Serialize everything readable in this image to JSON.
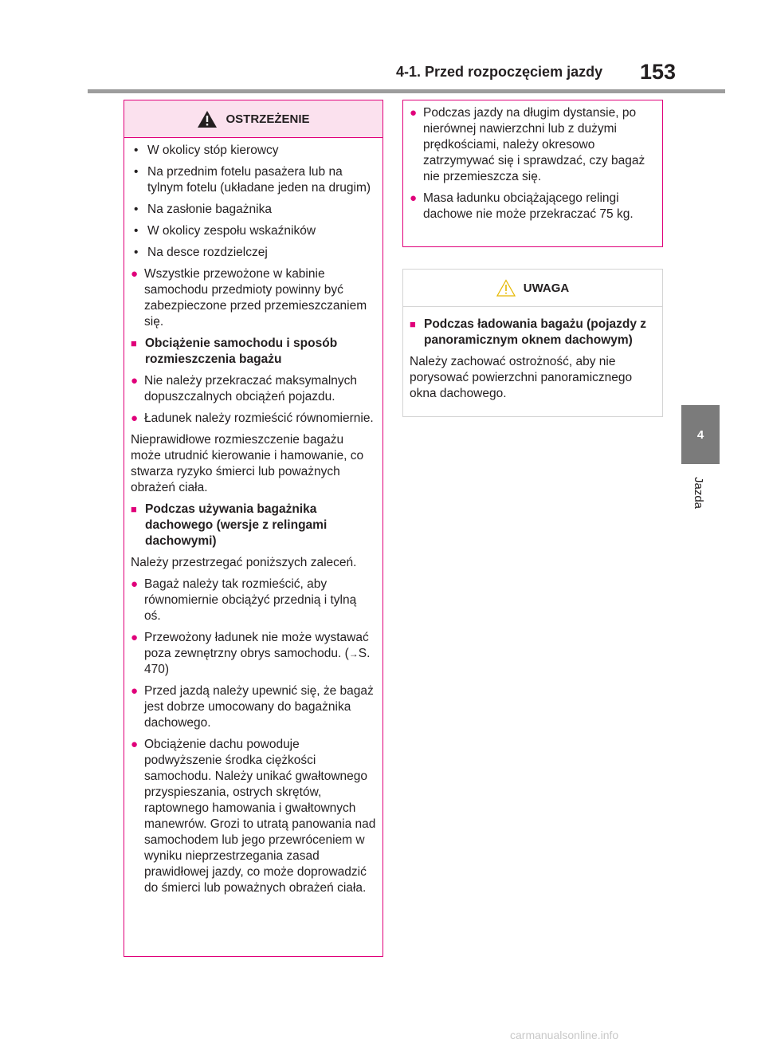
{
  "header": {
    "title": "4-1. Przed rozpoczęciem jazdy",
    "page_number": "153"
  },
  "side_tab": {
    "number": "4",
    "label": "Jazda"
  },
  "warning_box": {
    "heading": "OSTRZEŻENIE",
    "items": [
      {
        "type": "bullet",
        "marker": "•",
        "text": "W okolicy stóp kierowcy"
      },
      {
        "type": "bullet",
        "marker": "•",
        "text": "Na przednim fotelu pasażera lub na tylnym fotelu (układane jeden na drugim)"
      },
      {
        "type": "bullet",
        "marker": "•",
        "text": "Na zasłonie bagażnika"
      },
      {
        "type": "bullet",
        "marker": "•",
        "text": "W okolicy zespołu wskaźników"
      },
      {
        "type": "bullet",
        "marker": "•",
        "text": "Na desce rozdzielczej"
      },
      {
        "type": "dot",
        "marker": "●",
        "text": "Wszystkie przewożone w kabinie samochodu przedmioty powinny być zabezpieczone przed przemieszczaniem się."
      },
      {
        "type": "section",
        "marker": "■",
        "text": "Obciążenie samochodu i sposób rozmieszczenia bagażu"
      },
      {
        "type": "dot",
        "marker": "●",
        "text": "Nie należy przekraczać maksymalnych dopuszczalnych obciążeń pojazdu."
      },
      {
        "type": "dot",
        "marker": "●",
        "text": "Ładunek należy rozmieścić równomiernie."
      },
      {
        "type": "para",
        "text": "Nieprawidłowe rozmieszczenie bagażu może utrudnić kierowanie i hamowanie, co stwarza ryzyko śmierci lub poważnych obrażeń ciała."
      },
      {
        "type": "section",
        "marker": "■",
        "text": "Podczas używania bagażnika dachowego (wersje z relingami dachowymi)"
      },
      {
        "type": "para",
        "text": "Należy przestrzegać poniższych zaleceń."
      },
      {
        "type": "dot",
        "marker": "●",
        "text": "Bagaż należy tak rozmieścić, aby równomiernie obciążyć przednią i tylną oś."
      },
      {
        "type": "dot_ref",
        "marker": "●",
        "text_before": "Przewożony ładunek nie może wystawać poza zewnętrzny obrys samochodu. (",
        "arrow": "→",
        "text_after": "S. 470)"
      },
      {
        "type": "dot",
        "marker": "●",
        "text": "Przed jazdą należy upewnić się, że bagaż jest dobrze umocowany do bagażnika dachowego."
      },
      {
        "type": "dot",
        "marker": "●",
        "text": "Obciążenie dachu powoduje podwyższenie środka ciężkości samochodu. Należy unikać gwałtownego przyspieszania, ostrych skrętów, raptownego hamowania i gwałtownych manewrów. Grozi to utratą panowania nad samochodem lub jego przewróceniem w wyniku nieprzestrzegania zasad prawidłowej jazdy, co może doprowadzić do śmierci lub poważnych obrażeń ciała."
      }
    ]
  },
  "warning_cont": {
    "items": [
      {
        "marker": "●",
        "text": "Podczas jazdy na długim dystansie, po nierównej nawierzchni lub z dużymi prędkościami, należy okresowo zatrzymywać się i sprawdzać, czy bagaż nie przemieszcza się."
      },
      {
        "marker": "●",
        "text": "Masa ładunku obciążającego relingi dachowe nie może przekraczać 75 kg."
      }
    ]
  },
  "notice_box": {
    "heading": "UWAGA",
    "section_marker": "■",
    "section": "Podczas ładowania bagażu (pojazdy z panoramicznym oknem dachowym)",
    "text": "Należy zachować ostrożność, aby nie porysować powierzchni panoramicznego okna dachowego."
  },
  "watermark": "carmanualsonline.info",
  "colors": {
    "accent": "#e0007a",
    "warning_bg": "#fbe1ee",
    "rule": "#9d9d9d",
    "tab": "#7b7b7b"
  }
}
